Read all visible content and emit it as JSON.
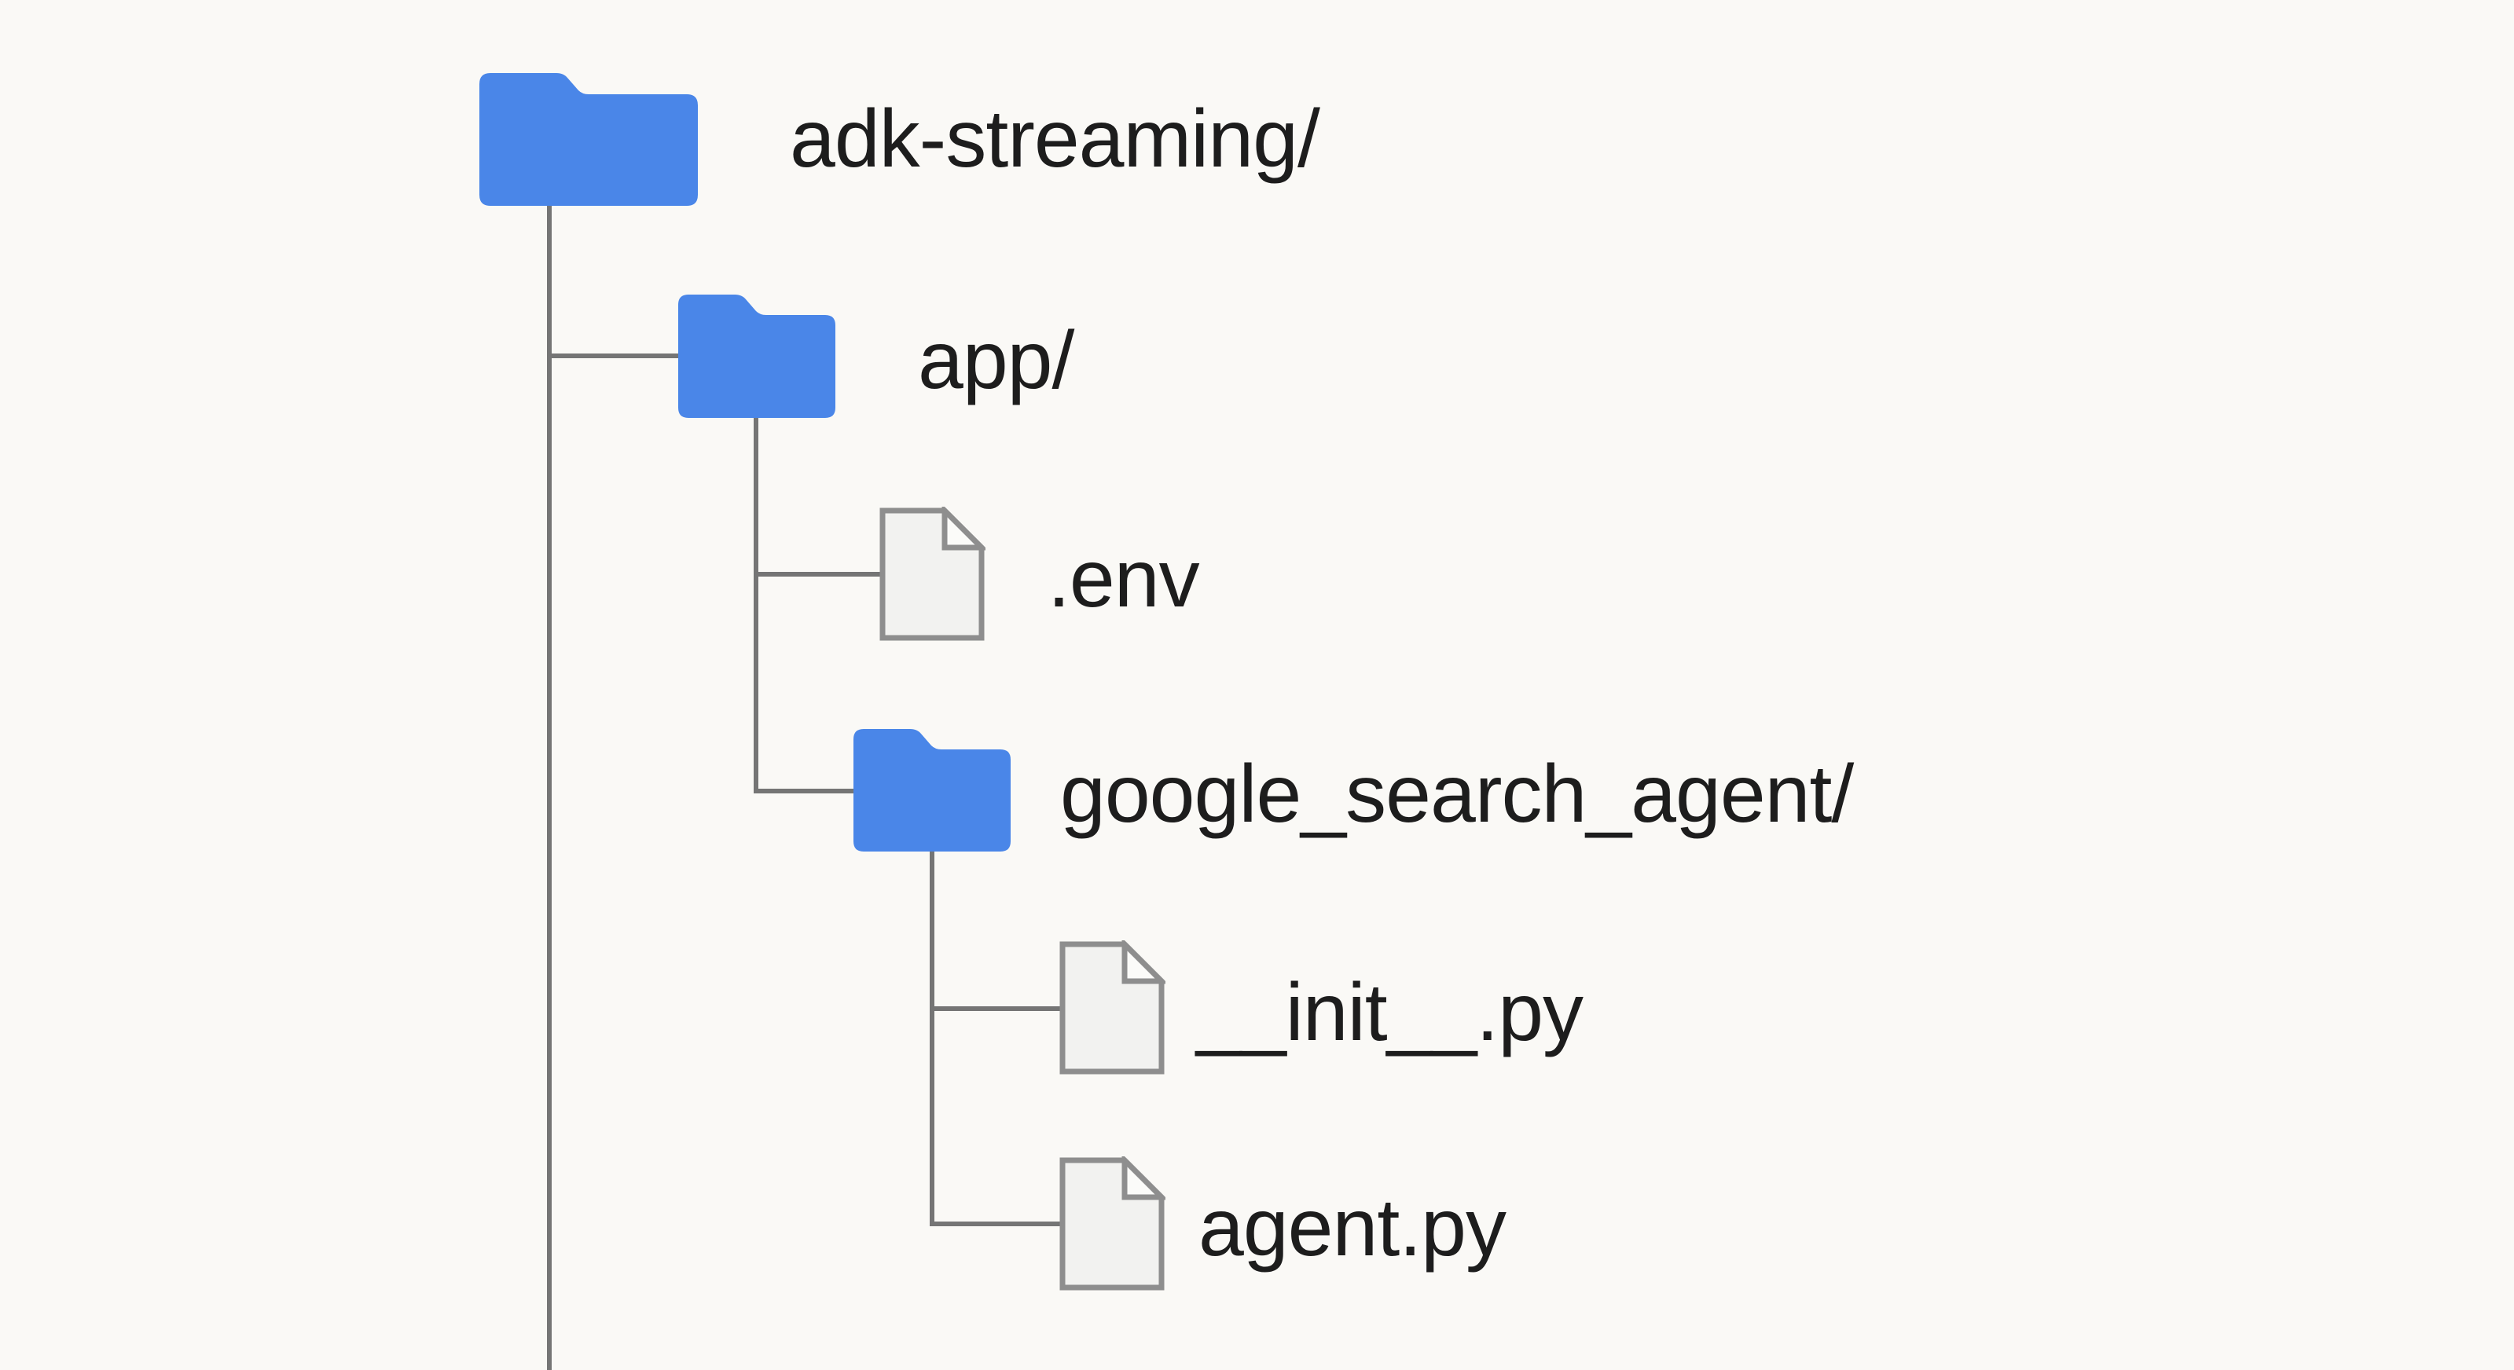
{
  "figure": {
    "kind": "directory-tree-diagram",
    "root_label": "adk-streaming/"
  },
  "colors": {
    "background": "#FAF9F6",
    "folder_blue": "#4A86E8",
    "connector_grey": "#757575",
    "file_border": "#8E8E8E",
    "file_fill": "#F2F2F0",
    "file_flap": "#FBFBF9",
    "label_color": "#1D1D1D"
  },
  "icons": {
    "folder": "folder-icon",
    "file": "file-icon"
  },
  "tree": {
    "label": "adk-streaming/",
    "type": "folder",
    "children": [
      {
        "label": "app/",
        "type": "folder",
        "children": [
          {
            "label": ".env",
            "type": "file"
          },
          {
            "label": "google_search_agent/",
            "type": "folder",
            "children": [
              {
                "label": "__init__.py",
                "type": "file"
              },
              {
                "label": "agent.py",
                "type": "file"
              }
            ]
          }
        ]
      }
    ]
  }
}
